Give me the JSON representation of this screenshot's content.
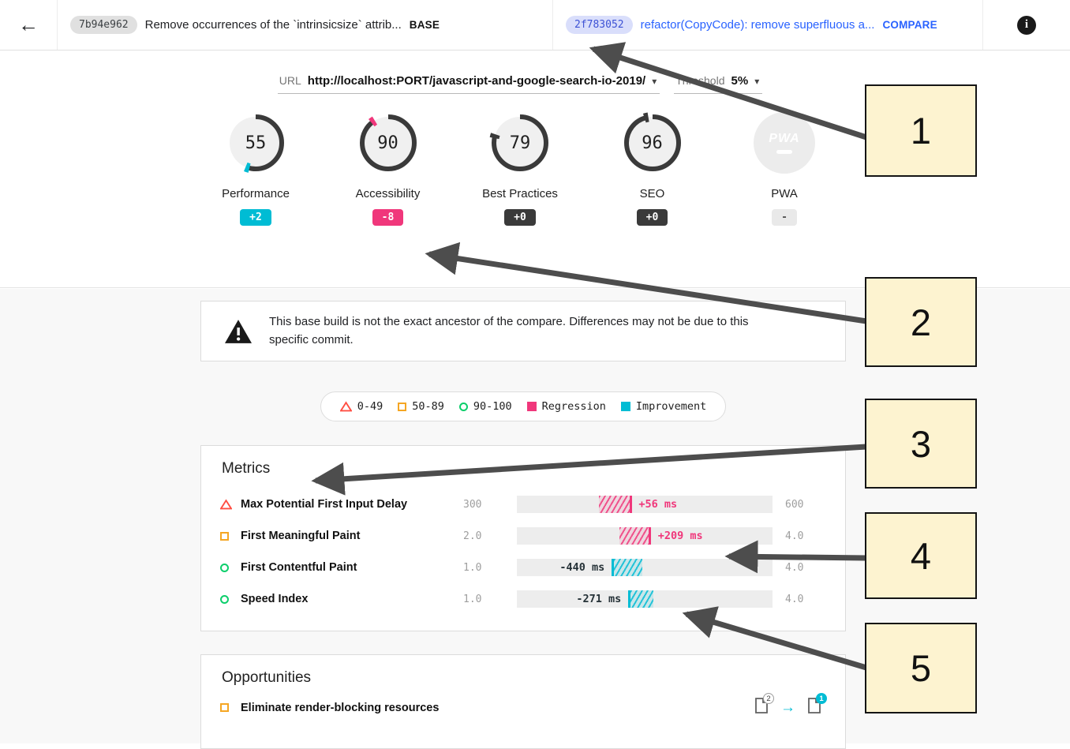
{
  "topbar": {
    "back_icon": "←",
    "info_icon": "i",
    "base": {
      "hash": "7b94e962",
      "message": "Remove occurrences of the `intrinsicsize` attrib...",
      "label": "BASE"
    },
    "compare": {
      "hash": "2f783052",
      "message": "refactor(CopyCode): remove superfluous a...",
      "label": "COMPARE"
    }
  },
  "controls": {
    "url_label": "URL",
    "url_value": "http://localhost:PORT/javascript-and-google-search-io-2019/",
    "caret": "▾",
    "threshold_label": "Threshold",
    "threshold_value": "5%"
  },
  "scores": [
    {
      "name": "Performance",
      "score": 55,
      "value": "55",
      "delta": "+2",
      "delta_color": "#00bcd4",
      "badge_style": "background:#00bcd4;color:#fff"
    },
    {
      "name": "Accessibility",
      "score": 90,
      "value": "90",
      "delta": "-8",
      "delta_color": "#f0377b",
      "badge_style": "background:#f0377b;color:#fff"
    },
    {
      "name": "Best Practices",
      "score": 79,
      "value": "79",
      "delta": "+0",
      "delta_color": "#3a3a3a",
      "badge_style": "background:#3a3a3a;color:#fff"
    },
    {
      "name": "SEO",
      "score": 96,
      "value": "96",
      "delta": "+0",
      "delta_color": "#3a3a3a",
      "badge_style": "background:#3a3a3a;color:#fff"
    },
    {
      "name": "PWA",
      "score": null,
      "value": "",
      "logo": "PWA",
      "delta": "-",
      "badge_style": "background:#e9e9e9;color:#555"
    }
  ],
  "warning": {
    "text": "This base build is not the exact ancestor of the compare. Differences may not be due to this specific commit."
  },
  "legend": {
    "items": [
      {
        "label": "0-49"
      },
      {
        "label": "50-89"
      },
      {
        "label": "90-100"
      },
      {
        "label": "Regression"
      },
      {
        "label": "Improvement"
      }
    ]
  },
  "metrics": {
    "title": "Metrics",
    "rows": [
      {
        "label": "Max Potential First Input Delay",
        "min": "300",
        "max": "600",
        "delta": "+56 ms",
        "band_style": "left:32%;width:13%",
        "label_style": "left:45.5%"
      },
      {
        "label": "First Meaningful Paint",
        "min": "2.0",
        "max": "4.0",
        "delta": "+209 ms",
        "band_style": "left:40%;width:12.5%",
        "label_style": "left:53%"
      },
      {
        "label": "First Contentful Paint",
        "min": "1.0",
        "max": "4.0",
        "delta": "-440 ms",
        "band_style": "left:37%;width:12%",
        "label_style": "left:36.5%;transform:translateX(-100%)"
      },
      {
        "label": "Speed Index",
        "min": "1.0",
        "max": "4.0",
        "delta": "-271 ms",
        "band_style": "left:43.5%;width:10%",
        "label_style": "left:43%;transform:translateX(-100%)"
      }
    ]
  },
  "opportunities": {
    "title": "Opportunities",
    "rows": [
      {
        "label": "Eliminate render-blocking resources",
        "base_count": "2",
        "compare_count": "1",
        "arrow": "→"
      }
    ]
  },
  "annotations": {
    "labels": [
      "1",
      "2",
      "3",
      "4",
      "5"
    ]
  },
  "colors": {
    "regression": "#f0377b",
    "improvement": "#00bcd4",
    "fail": "#ff4e42",
    "average": "#f5a623",
    "pass": "#0cce6b",
    "compare_blue": "#2962ff"
  }
}
